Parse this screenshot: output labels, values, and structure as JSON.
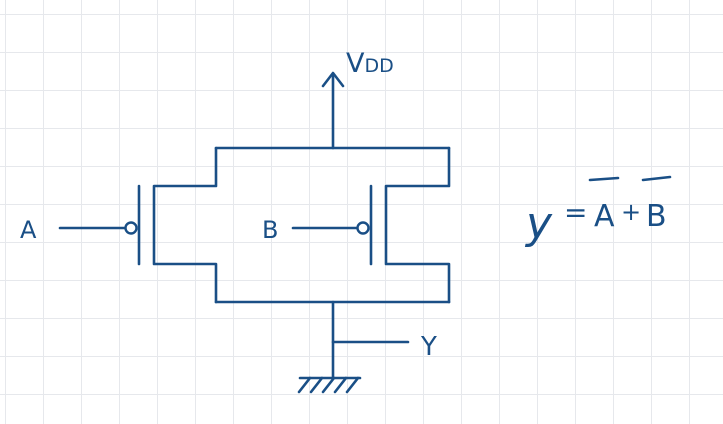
{
  "labels": {
    "vdd_main": "V",
    "vdd_sub": "DD",
    "input_a": "A",
    "input_b": "B",
    "output_y": "Y"
  },
  "equation": {
    "lhs": "y",
    "equals": "=",
    "term_a": "A",
    "plus": "+",
    "term_b": "B"
  },
  "colors": {
    "ink": "#1a4f86",
    "grid": "#e6e8ec",
    "background": "#ffffff"
  }
}
